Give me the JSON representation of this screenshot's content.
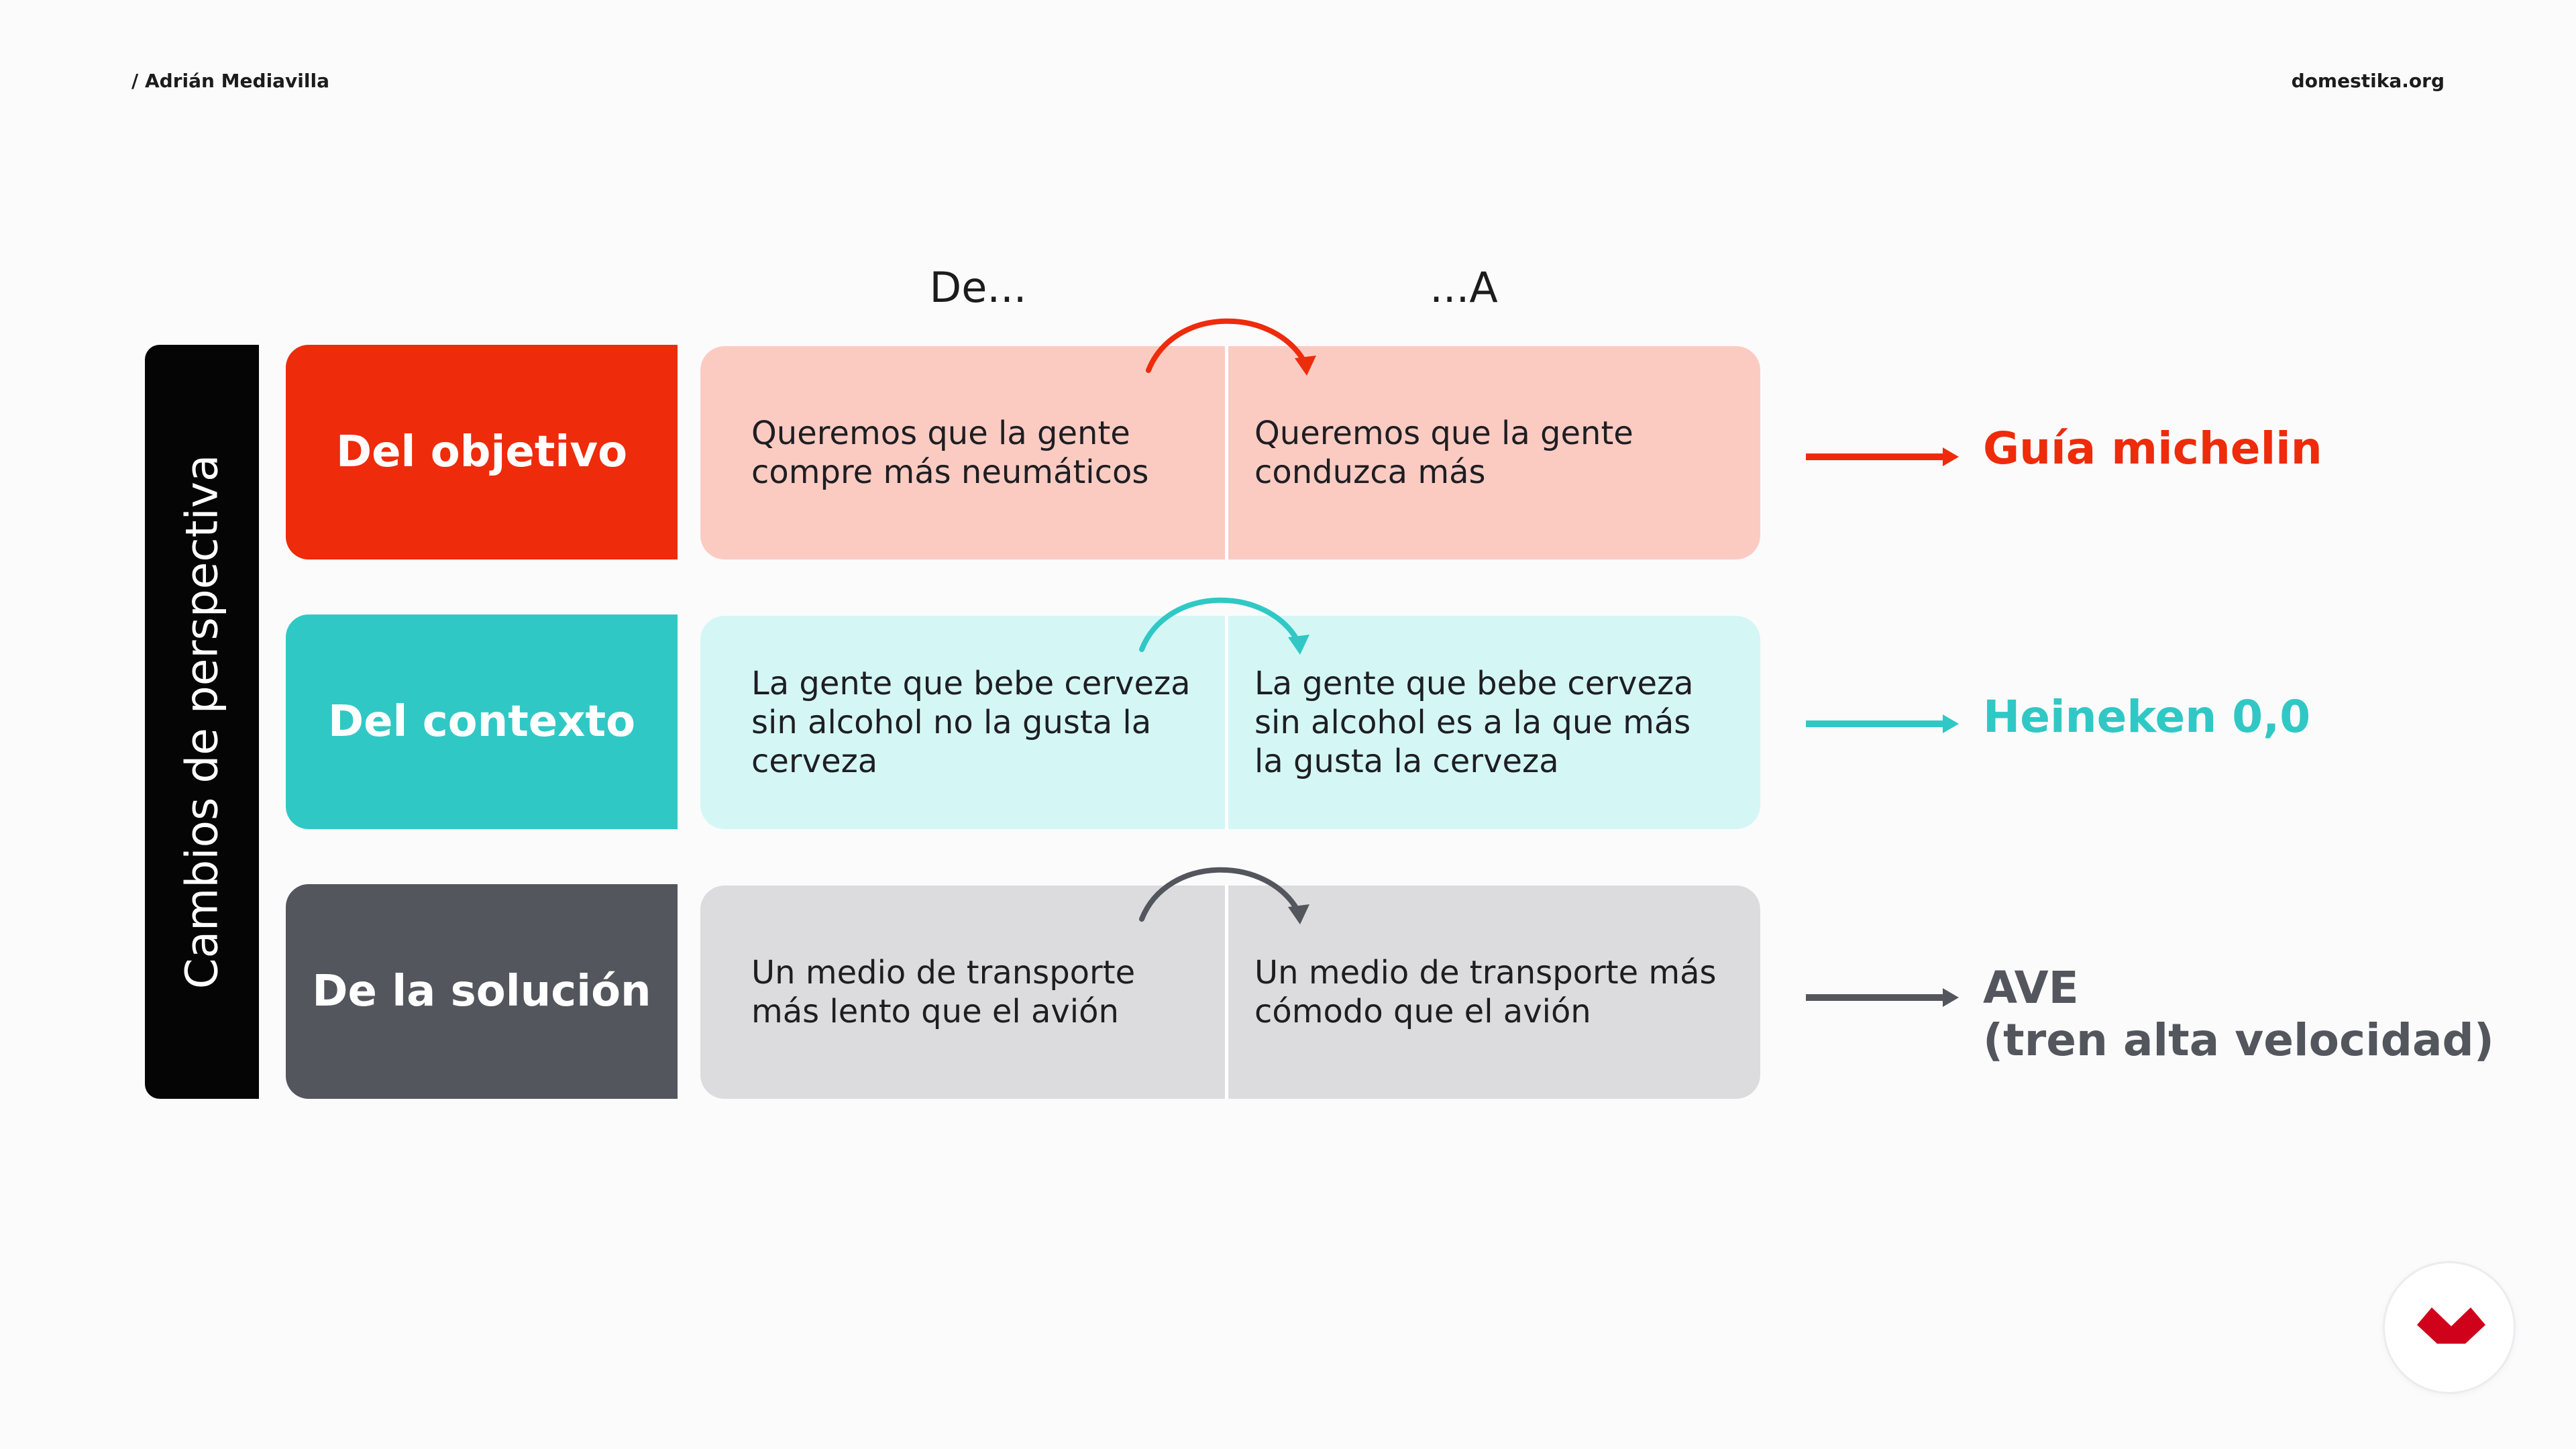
{
  "header": {
    "author": "/ Adrián Mediavilla",
    "site": "domestika.org"
  },
  "columns": {
    "from": "De...",
    "to": "...A"
  },
  "side_label": "Cambios de perspectiva",
  "rows": [
    {
      "label": "Del objetivo",
      "from": "Queremos que la gente compre más neumáticos",
      "to": "Queremos que la gente conduzca más",
      "result": "Guía michelin",
      "color": "#ee2b0b",
      "light_color": "#fbcbc2"
    },
    {
      "label": "Del contexto",
      "from": "La gente que bebe cerveza sin alcohol no la gusta la cerveza",
      "to": "La gente que bebe cerveza sin alcohol es a la que más la gusta la cerveza",
      "result": "Heineken 0,0",
      "color": "#30c8c5",
      "light_color": "#d4f7f6"
    },
    {
      "label": "De la solución",
      "from": "Un medio de transporte más lento que el avión",
      "to": "Un medio de transporte más cómodo que el avión",
      "result_line1": "AVE",
      "result_line2": "(tren alta velocidad)",
      "color": "#53565d",
      "light_color": "#dcdcdf"
    }
  ],
  "icons": {
    "logo": "domestika-logo-icon"
  },
  "brand_color": "#d0021b"
}
